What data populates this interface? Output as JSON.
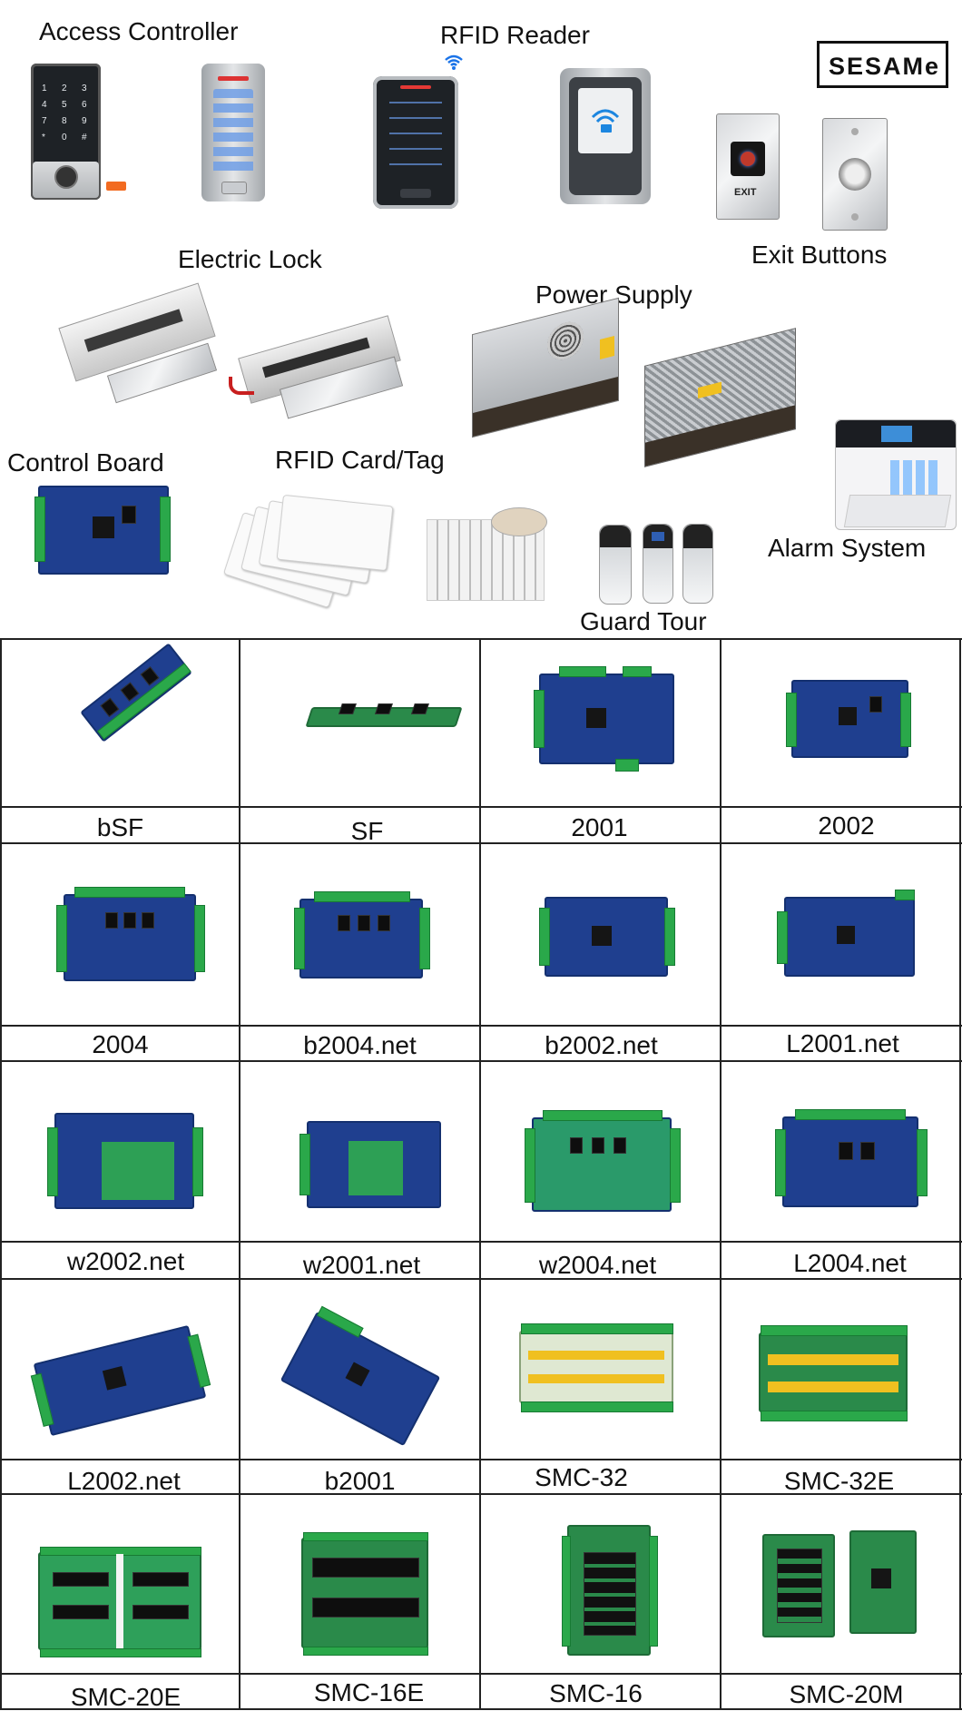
{
  "brand": {
    "logo_text": "SESAMe"
  },
  "categories": {
    "access_controller": "Access Controller",
    "rfid_reader": "RFID Reader",
    "electric_lock": "Electric Lock",
    "exit_buttons": "Exit Buttons",
    "power_supply": "Power Supply",
    "control_board": "Control Board",
    "rfid_card": "RFID Card/Tag",
    "alarm_system": "Alarm System",
    "guard_tour": "Guard Tour"
  },
  "device_text": {
    "exit_label": "EXIT",
    "keypad_keys": [
      "1",
      "2",
      "3",
      "4",
      "5",
      "6",
      "7",
      "8",
      "9",
      "*",
      "0",
      "#"
    ]
  },
  "boards": [
    [
      "bSF",
      "SF",
      "2001",
      "2002"
    ],
    [
      "2004",
      "b2004.net",
      "b2002.net",
      "L2001.net"
    ],
    [
      "w2002.net",
      "w2001.net",
      "w2004.net",
      "L2004.net"
    ],
    [
      "L2002.net",
      "b2001",
      "SMC-32",
      "SMC-32E"
    ],
    [
      "SMC-20E",
      "SMC-16E",
      "SMC-16",
      "SMC-20M"
    ]
  ],
  "colors": {
    "pcb_blue": "#1f3f8f",
    "pcb_green": "#2a8a4a",
    "terminal_green": "#2aa84a",
    "logo_red": "#d0202a"
  }
}
